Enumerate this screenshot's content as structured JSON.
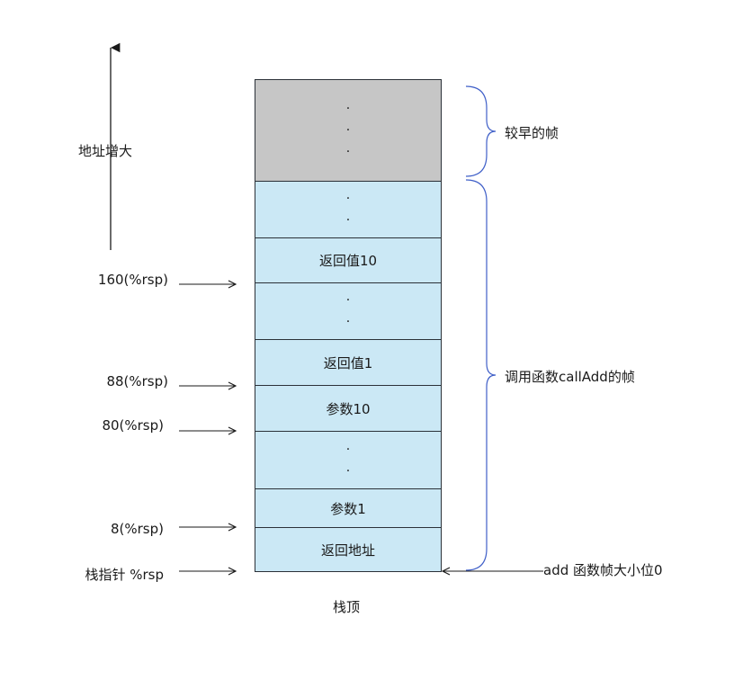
{
  "axis": {
    "label": "地址增大"
  },
  "stack": {
    "cells": [
      {
        "id": "cell-earlier-frame",
        "text": "",
        "dots": 3,
        "style": "gray"
      },
      {
        "id": "cell-ellipsis-top",
        "text": "",
        "dots": 2,
        "style": "blue"
      },
      {
        "id": "cell-return-value-10",
        "text": "返回值10",
        "dots": 0,
        "style": "blue"
      },
      {
        "id": "cell-ellipsis-mid",
        "text": "",
        "dots": 2,
        "style": "blue"
      },
      {
        "id": "cell-return-value-1",
        "text": "返回值1",
        "dots": 0,
        "style": "blue"
      },
      {
        "id": "cell-param-10",
        "text": "参数10",
        "dots": 0,
        "style": "blue"
      },
      {
        "id": "cell-ellipsis-low",
        "text": "",
        "dots": 2,
        "style": "blue"
      },
      {
        "id": "cell-param-1",
        "text": "参数1",
        "dots": 0,
        "style": "blue"
      },
      {
        "id": "cell-return-address",
        "text": "返回地址",
        "dots": 0,
        "style": "blue"
      }
    ],
    "bottom_label": "栈顶"
  },
  "pointers": [
    {
      "id": "ptr-160",
      "text": "160(%rsp)"
    },
    {
      "id": "ptr-88",
      "text": "88(%rsp)"
    },
    {
      "id": "ptr-80",
      "text": "80(%rsp)"
    },
    {
      "id": "ptr-8",
      "text": "8(%rsp)"
    },
    {
      "id": "ptr-sp",
      "text": "栈指针 %rsp"
    }
  ],
  "braces": {
    "earlier_frame": "较早的帧",
    "caller_frame": "调用函数callAdd的帧"
  },
  "note": "add 函数帧大小位0",
  "colors": {
    "cell_fill": "#cbe8f5",
    "earlier_fill": "#c6c6c6",
    "border": "#2b3138",
    "brace": "#3f5fc8"
  }
}
